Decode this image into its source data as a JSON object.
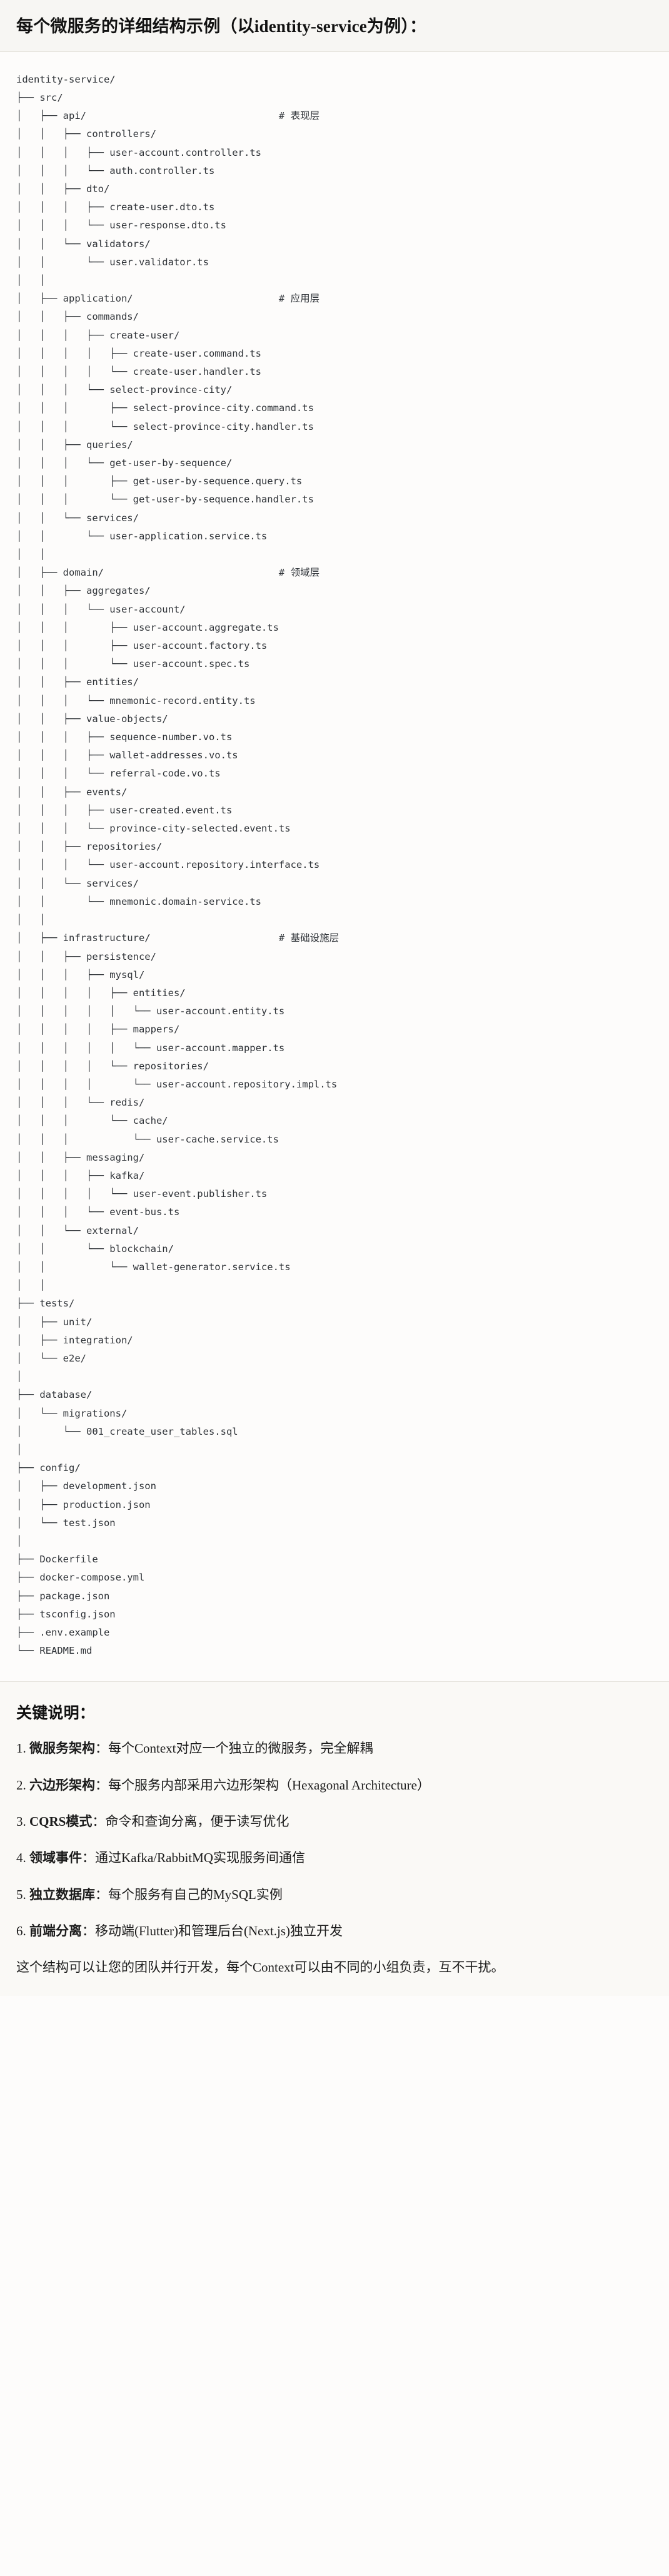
{
  "heading": {
    "title": "每个微服务的详细结构示例（以identity-service为例）："
  },
  "tree": {
    "root": "identity-service/",
    "comments": {
      "api": "# 表现层",
      "application": "# 应用层",
      "domain": "# 领域层",
      "infrastructure": "# 基础设施层"
    },
    "text": "identity-service/\n├── src/\n│   ├── api/                                 # 表现层\n│   │   ├── controllers/\n│   │   │   ├── user-account.controller.ts\n│   │   │   └── auth.controller.ts\n│   │   ├── dto/\n│   │   │   ├── create-user.dto.ts\n│   │   │   └── user-response.dto.ts\n│   │   └── validators/\n│   │       └── user.validator.ts\n│   │\n│   ├── application/                         # 应用层\n│   │   ├── commands/\n│   │   │   ├── create-user/\n│   │   │   │   ├── create-user.command.ts\n│   │   │   │   └── create-user.handler.ts\n│   │   │   └── select-province-city/\n│   │   │       ├── select-province-city.command.ts\n│   │   │       └── select-province-city.handler.ts\n│   │   ├── queries/\n│   │   │   └── get-user-by-sequence/\n│   │   │       ├── get-user-by-sequence.query.ts\n│   │   │       └── get-user-by-sequence.handler.ts\n│   │   └── services/\n│   │       └── user-application.service.ts\n│   │\n│   ├── domain/                              # 领域层\n│   │   ├── aggregates/\n│   │   │   └── user-account/\n│   │   │       ├── user-account.aggregate.ts\n│   │   │       ├── user-account.factory.ts\n│   │   │       └── user-account.spec.ts\n│   │   ├── entities/\n│   │   │   └── mnemonic-record.entity.ts\n│   │   ├── value-objects/\n│   │   │   ├── sequence-number.vo.ts\n│   │   │   ├── wallet-addresses.vo.ts\n│   │   │   └── referral-code.vo.ts\n│   │   ├── events/\n│   │   │   ├── user-created.event.ts\n│   │   │   └── province-city-selected.event.ts\n│   │   ├── repositories/\n│   │   │   └── user-account.repository.interface.ts\n│   │   └── services/\n│   │       └── mnemonic.domain-service.ts\n│   │\n│   ├── infrastructure/                      # 基础设施层\n│   │   ├── persistence/\n│   │   │   ├── mysql/\n│   │   │   │   ├── entities/\n│   │   │   │   │   └── user-account.entity.ts\n│   │   │   │   ├── mappers/\n│   │   │   │   │   └── user-account.mapper.ts\n│   │   │   │   └── repositories/\n│   │   │   │       └── user-account.repository.impl.ts\n│   │   │   └── redis/\n│   │   │       └── cache/\n│   │   │           └── user-cache.service.ts\n│   │   ├── messaging/\n│   │   │   ├── kafka/\n│   │   │   │   └── user-event.publisher.ts\n│   │   │   └── event-bus.ts\n│   │   └── external/\n│   │       └── blockchain/\n│   │           └── wallet-generator.service.ts\n│   │\n├── tests/\n│   ├── unit/\n│   ├── integration/\n│   └── e2e/\n│\n├── database/\n│   └── migrations/\n│       └── 001_create_user_tables.sql\n│\n├── config/\n│   ├── development.json\n│   ├── production.json\n│   └── test.json\n│\n├── Dockerfile\n├── docker-compose.yml\n├── package.json\n├── tsconfig.json\n├── .env.example\n└── README.md"
  },
  "notes": {
    "title": "关键说明：",
    "items": [
      {
        "num": "1.",
        "term": "微服务架构",
        "sep": "：",
        "desc": "每个Context对应一个独立的微服务，完全解耦"
      },
      {
        "num": "2.",
        "term": "六边形架构",
        "sep": "：",
        "desc": "每个服务内部采用六边形架构（Hexagonal Architecture）"
      },
      {
        "num": "3.",
        "term": "CQRS模式",
        "sep": "：",
        "desc": "命令和查询分离，便于读写优化"
      },
      {
        "num": "4.",
        "term": "领域事件",
        "sep": "：",
        "desc": "通过Kafka/RabbitMQ实现服务间通信"
      },
      {
        "num": "5.",
        "term": "独立数据库",
        "sep": "：",
        "desc": "每个服务有自己的MySQL实例"
      },
      {
        "num": "6.",
        "term": "前端分离",
        "sep": "：",
        "desc": "移动端(Flutter)和管理后台(Next.js)独立开发"
      }
    ],
    "closing": "这个结构可以让您的团队并行开发，每个Context可以由不同的小组负责，互不干扰。"
  }
}
